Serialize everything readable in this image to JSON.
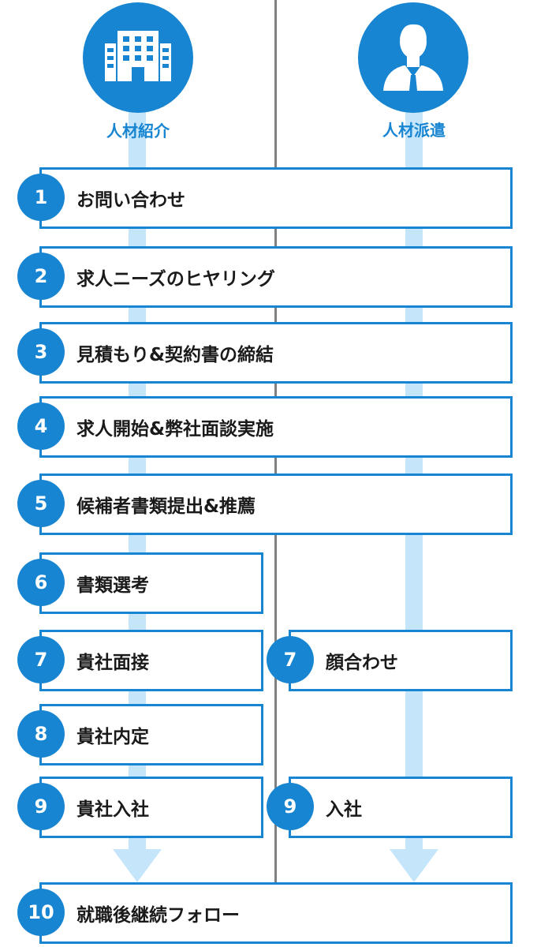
{
  "headers": {
    "left": {
      "label": "人材紹介",
      "icon": "building-icon"
    },
    "right": {
      "label": "人材派遣",
      "icon": "person-icon"
    }
  },
  "steps": {
    "s1": {
      "number": "1",
      "label": "お問い合わせ"
    },
    "s2": {
      "number": "2",
      "label": "求人ニーズのヒヤリング"
    },
    "s3": {
      "number": "3",
      "label": "見積もり&契約書の締結"
    },
    "s4": {
      "number": "4",
      "label": "求人開始&弊社面談実施"
    },
    "s5": {
      "number": "5",
      "label": "候補者書類提出&推薦"
    },
    "s6": {
      "number": "6",
      "label": "書類選考"
    },
    "s7l": {
      "number": "7",
      "label": "貴社面接"
    },
    "s7r": {
      "number": "7",
      "label": "顔合わせ"
    },
    "s8": {
      "number": "8",
      "label": "貴社内定"
    },
    "s9l": {
      "number": "9",
      "label": "貴社入社"
    },
    "s9r": {
      "number": "9",
      "label": "入社"
    },
    "s10": {
      "number": "10",
      "label": "就職後継続フォロー"
    }
  },
  "colors": {
    "accent": "#1785d1",
    "lane": "#c4e5fa",
    "divider": "#808080"
  }
}
